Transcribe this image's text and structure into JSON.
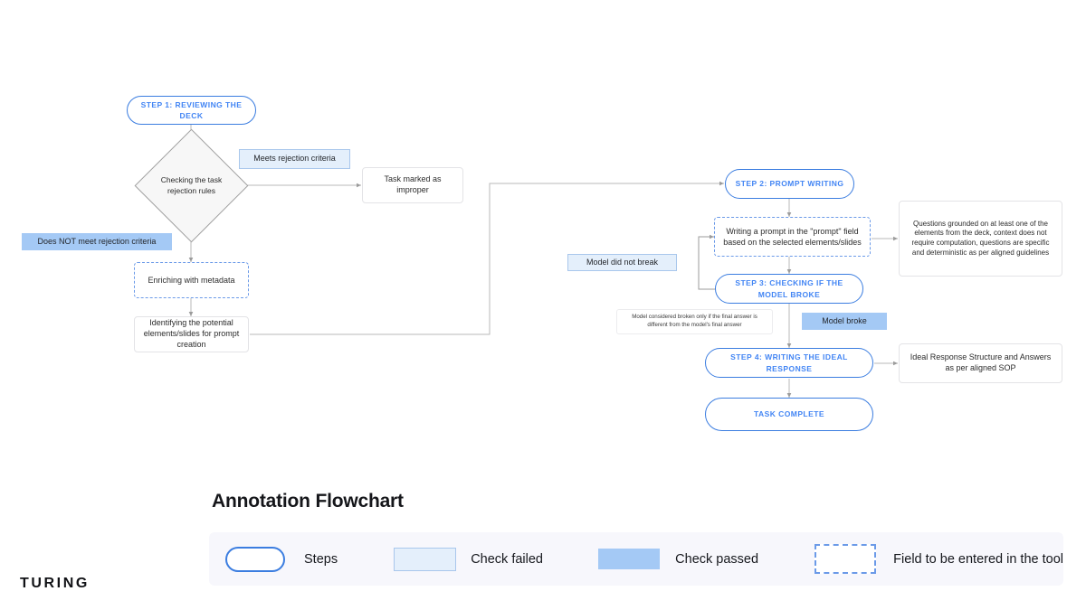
{
  "title": "Annotation Flowchart",
  "brand": "TURING",
  "colors": {
    "step_border": "#3b7de0",
    "step_text": "#4285f4",
    "check_failed_fill": "#e4effb",
    "check_failed_border": "#a9c7ec",
    "check_passed_fill": "#a4c9f5",
    "field_dashed_border": "#6b9ae8",
    "decision_fill": "#f7f7f7",
    "decision_border": "#9e9e9e",
    "connector": "#9b9b9b",
    "legend_panel": "#f7f7fc"
  },
  "nodes": {
    "step1": "STEP 1: REVIEWING THE DECK",
    "decision": "Checking the task rejection rules",
    "badge_meets": "Meets rejection criteria",
    "badge_not_meets": "Does NOT meet rejection criteria",
    "task_improper": "Task marked as improper",
    "enriching": "Enriching with metadata",
    "identifying": "Identifying the potential elements/slides for prompt creation",
    "step2": "STEP 2: PROMPT WRITING",
    "writing_prompt": "Writing a prompt in the \"prompt\" field based on the selected elements/slides",
    "note_questions": "Questions grounded on at least one of the elements from the deck, context does not require computation, questions are specific and deterministic as per aligned guidelines",
    "badge_model_not_break": "Model did not break",
    "step3": "STEP 3: CHECKING IF THE MODEL BROKE",
    "note_broken": "Model considered broken only if the final answer is different from the model's final answer",
    "badge_model_broke": "Model broke",
    "step4": "STEP 4: WRITING THE IDEAL RESPONSE",
    "note_ideal": "Ideal Response Structure and Answers as per aligned SOP",
    "task_complete": "TASK COMPLETE"
  },
  "legend": {
    "steps": "Steps",
    "check_failed": "Check failed",
    "check_passed": "Check passed",
    "field": "Field to be entered in the tool"
  },
  "chart_data": {
    "type": "diagram",
    "title": "Annotation Flowchart",
    "nodes": [
      {
        "id": "step1",
        "label": "STEP 1: REVIEWING THE DECK",
        "shape": "pill",
        "style": "step"
      },
      {
        "id": "decision",
        "label": "Checking the task rejection rules",
        "shape": "diamond",
        "style": "decision"
      },
      {
        "id": "badge_meets",
        "label": "Meets rejection criteria",
        "shape": "rect",
        "style": "check-failed"
      },
      {
        "id": "task_improper",
        "label": "Task marked as improper",
        "shape": "rect",
        "style": "process"
      },
      {
        "id": "badge_not_meets",
        "label": "Does NOT meet rejection criteria",
        "shape": "rect",
        "style": "check-passed"
      },
      {
        "id": "enriching",
        "label": "Enriching with metadata",
        "shape": "rect",
        "style": "field-dashed"
      },
      {
        "id": "identifying",
        "label": "Identifying the potential elements/slides for prompt creation",
        "shape": "rect",
        "style": "process"
      },
      {
        "id": "step2",
        "label": "STEP 2: PROMPT WRITING",
        "shape": "pill",
        "style": "step"
      },
      {
        "id": "writing_prompt",
        "label": "Writing a prompt in the \"prompt\" field based on the selected elements/slides",
        "shape": "rect",
        "style": "field-dashed"
      },
      {
        "id": "note_questions",
        "label": "Questions grounded on at least one of the elements from the deck, context does not require computation, questions are specific and deterministic as per aligned guidelines",
        "shape": "rect",
        "style": "note"
      },
      {
        "id": "badge_model_not_break",
        "label": "Model did not break",
        "shape": "rect",
        "style": "check-failed"
      },
      {
        "id": "step3",
        "label": "STEP 3: CHECKING IF THE MODEL BROKE",
        "shape": "pill",
        "style": "step"
      },
      {
        "id": "note_broken",
        "label": "Model considered broken only if the final answer is different from the model's final answer",
        "shape": "rect",
        "style": "note-small"
      },
      {
        "id": "badge_model_broke",
        "label": "Model broke",
        "shape": "rect",
        "style": "check-passed"
      },
      {
        "id": "step4",
        "label": "STEP 4: WRITING THE IDEAL RESPONSE",
        "shape": "pill",
        "style": "step"
      },
      {
        "id": "note_ideal",
        "label": "Ideal Response Structure and Answers as per aligned SOP",
        "shape": "rect",
        "style": "note"
      },
      {
        "id": "task_complete",
        "label": "TASK COMPLETE",
        "shape": "pill",
        "style": "step"
      }
    ],
    "edges": [
      {
        "from": "step1",
        "to": "decision"
      },
      {
        "from": "decision",
        "to": "task_improper",
        "label": "Meets rejection criteria"
      },
      {
        "from": "decision",
        "to": "enriching",
        "label": "Does NOT meet rejection criteria"
      },
      {
        "from": "enriching",
        "to": "identifying"
      },
      {
        "from": "identifying",
        "to": "step2"
      },
      {
        "from": "step2",
        "to": "writing_prompt"
      },
      {
        "from": "writing_prompt",
        "to": "note_questions"
      },
      {
        "from": "writing_prompt",
        "to": "step3"
      },
      {
        "from": "step3",
        "to": "writing_prompt",
        "label": "Model did not break"
      },
      {
        "from": "step3",
        "to": "step4",
        "label": "Model broke"
      },
      {
        "from": "step4",
        "to": "note_ideal"
      },
      {
        "from": "step4",
        "to": "task_complete"
      }
    ]
  }
}
